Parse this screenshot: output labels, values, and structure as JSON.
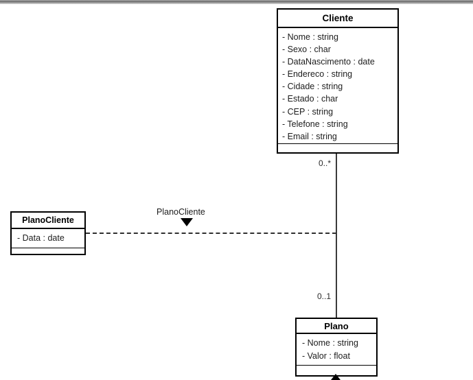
{
  "diagram": {
    "classes": {
      "cliente": {
        "name": "Cliente",
        "attributes": [
          "- Nome : string",
          "- Sexo : char",
          "- DataNascimento : date",
          "- Endereco : string",
          "- Cidade : string",
          "- Estado : char",
          "- CEP : string",
          "- Telefone : string",
          "- Email : string"
        ]
      },
      "plano_cliente": {
        "name": "PlanoCliente",
        "attributes": [
          "- Data : date"
        ]
      },
      "plano": {
        "name": "Plano",
        "attributes": [
          "- Nome : string",
          "- Valor : float"
        ]
      }
    },
    "association": {
      "name_label": "PlanoCliente",
      "cliente_end_multiplicity": "0..*",
      "plano_end_multiplicity": "0..1"
    },
    "colors": {
      "line": "#000000",
      "background": "#ffffff",
      "text": "#1c1c1c",
      "topbar_dark": "#696969",
      "topbar_light": "#dcdcdc"
    }
  }
}
